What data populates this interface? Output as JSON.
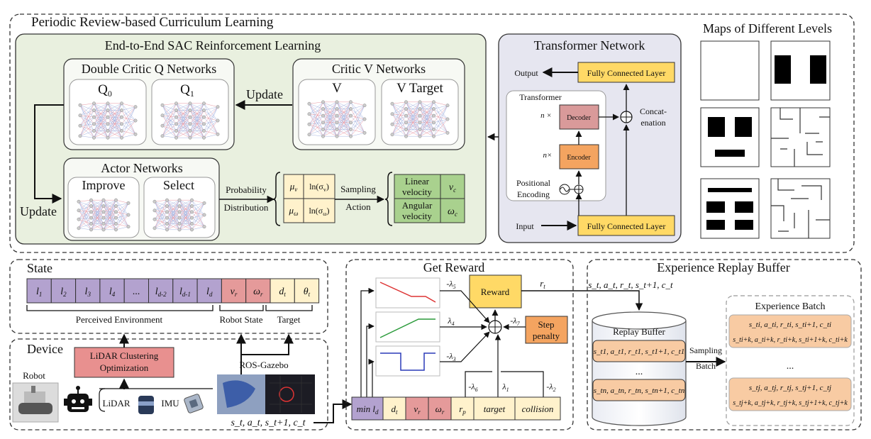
{
  "main_title": "Periodic Review-based Curriculum Learning",
  "sac": {
    "title": "End-to-End SAC Reinforcement Learning",
    "double_critic_title": "Double Critic Q Networks",
    "q0": "Q",
    "q0_sub": "0",
    "q1": "Q",
    "q1_sub": "1",
    "critic_v_title": "Critic V Networks",
    "v": "V",
    "v_target": "V Target",
    "update_top": "Update",
    "update_left": "Update",
    "actor_title": "Actor Networks",
    "improve": "Improve",
    "select": "Select",
    "prob_line1": "Probability",
    "prob_line2": "Distribution",
    "mu_v": "μ",
    "mu_v_sub": "v",
    "ln_sigma_v": "ln(σ",
    "ln_sigma_v_sub": "v",
    "mu_w": "μ",
    "mu_w_sub": "ω",
    "ln_sigma_w": "ln(σ",
    "ln_sigma_w_sub": "ω",
    "close_paren": ")",
    "sampling_line1": "Sampling",
    "sampling_line2": "Action",
    "linear_line1": "Linear",
    "linear_line2": "velocity",
    "angular_line1": "Angular",
    "angular_line2": "velocity",
    "vc": "v",
    "vc_sub": "c",
    "wc": "ω",
    "wc_sub": "c"
  },
  "transformer": {
    "title": "Transformer Network",
    "output": "Output",
    "fc_top": "Fully Connected Layer",
    "fc_bottom": "Fully Connected Layer",
    "inner_title": "Transformer",
    "decoder": "Decoder",
    "encoder": "Encoder",
    "n_times_1": "n ×",
    "n_times_2": "n×",
    "positional_line1": "Positional",
    "positional_line2": "Encoding",
    "concat_line1": "Concat-",
    "concat_line2": "enation",
    "input": "Input"
  },
  "maps": {
    "title": "Maps of Different Levels"
  },
  "state": {
    "title": "State",
    "cells": [
      {
        "base": "l",
        "sub": "1"
      },
      {
        "base": "l",
        "sub": "2"
      },
      {
        "base": "l",
        "sub": "3"
      },
      {
        "base": "l",
        "sub": "4"
      },
      {
        "base": "...",
        "sub": ""
      },
      {
        "base": "l",
        "sub": "d-2"
      },
      {
        "base": "l",
        "sub": "d-1"
      },
      {
        "base": "l",
        "sub": "d"
      },
      {
        "base": "v",
        "sub": "r"
      },
      {
        "base": "ω",
        "sub": "r"
      },
      {
        "base": "d",
        "sub": "t"
      },
      {
        "base": "θ",
        "sub": "t"
      }
    ],
    "perceived": "Perceived Environment",
    "robot_state": "Robot State",
    "target": "Target"
  },
  "device": {
    "title": "Device",
    "lidar_clustering_line1": "LiDAR Clustering",
    "lidar_clustering_line2": "Optimization",
    "robot": "Robot",
    "lidar": "LiDAR",
    "imu": "IMU",
    "ros_gazebo": "ROS-Gazebo",
    "transition": "s_t, a_t, s_t+1, c_t"
  },
  "reward": {
    "title": "Get Reward",
    "reward_box": "Reward",
    "r_t": "r",
    "r_t_sub": "t",
    "step_line1": "Step",
    "step_line2": "penalty",
    "lambda5": "-λ",
    "lambda5_sub": "5",
    "lambda4": "λ",
    "lambda4_sub": "4",
    "lambda3": "-λ",
    "lambda3_sub": "3",
    "lambda7": "-λ",
    "lambda7_sub": "7",
    "lambda6": "-λ",
    "lambda6_sub": "6",
    "lambda1": "λ",
    "lambda1_sub": "1",
    "lambda2": "-λ",
    "lambda2_sub": "2",
    "bar_cells": [
      {
        "base": "min l",
        "sub": "d"
      },
      {
        "base": "d",
        "sub": "t"
      },
      {
        "base": "v",
        "sub": "r"
      },
      {
        "base": "ω",
        "sub": "r"
      },
      {
        "base": "r",
        "sub": "p"
      },
      {
        "base": "target",
        "sub": ""
      },
      {
        "base": "collision",
        "sub": ""
      }
    ]
  },
  "buffer": {
    "title": "Experience Replay Buffer",
    "tuple": "s_t, a_t, r_t, s_t+1, c_t",
    "replay_buffer": "Replay Buffer",
    "row_top": "s_t1, a_t1, r_t1, s_t1+1, c_t1",
    "row_bottom": "s_tn, a_tn, r_tn, s_tn+1, c_tn",
    "sampling_line1": "Sampling",
    "sampling_line2": "Batch",
    "batch_title": "Experience Batch",
    "batch_top_1": "s_ti, a_ti, r_ti, s_ti+1, c_ti",
    "batch_top_2": "s_ti+k, a_ti+k, r_ti+k, s_ti+1+k, c_ti+k",
    "batch_bottom_1": "s_tj, a_tj, r_tj, s_tj+1, c_tj",
    "batch_bottom_2": "s_tj+k, a_tj+k, r_tj+k, s_tj+1+k, c_tj+k",
    "dots": "..."
  },
  "colors": {
    "sac_bg": "#e9f0df",
    "transformer_bg": "#e6e6f0",
    "lidar_cell": "#b3a2cf",
    "robot_cell": "#e59a9a",
    "target_cell": "#fff2cc",
    "yellow": "#ffd966",
    "orange": "#f4a460",
    "green": "#a9d18e",
    "decoder": "#d99a9a",
    "encoder": "#f4a460",
    "clustering": "#e8908f"
  }
}
